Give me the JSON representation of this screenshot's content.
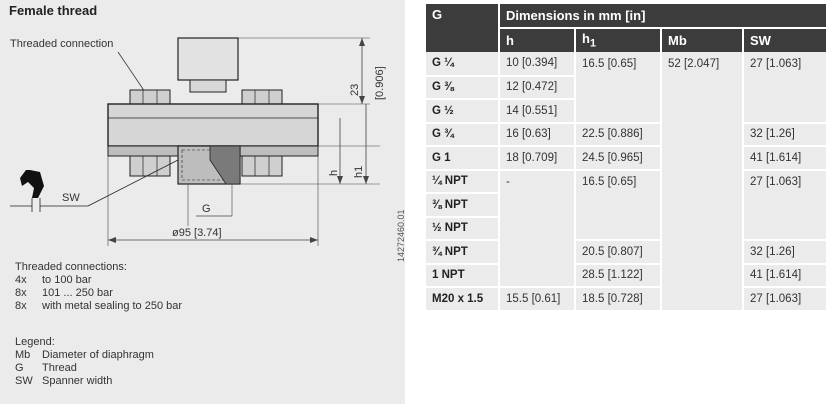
{
  "drawing": {
    "title": "Female thread",
    "callout": "Threaded connection",
    "dim_23": "23",
    "dim_23_in": "[0.906]",
    "label_h": "h",
    "label_h1": "h1",
    "label_sw": "SW",
    "label_g": "G",
    "dim_95": "ø95  [3.74]",
    "doc_number": "14272460.01"
  },
  "notes": {
    "heading": "Threaded connections:",
    "items": [
      {
        "key": "4x",
        "text": "to 100 bar"
      },
      {
        "key": "8x",
        "text": "101 ... 250 bar"
      },
      {
        "key": "8x",
        "text": "with metal sealing to 250 bar"
      }
    ]
  },
  "legend": {
    "heading": "Legend:",
    "items": [
      {
        "key": "Mb",
        "text": "Diameter of diaphragm"
      },
      {
        "key": "G",
        "text": "Thread"
      },
      {
        "key": "SW",
        "text": "Spanner width"
      }
    ]
  },
  "table": {
    "col_g": "G",
    "group_header": "Dimensions in mm [in]",
    "col_h": "h",
    "col_h1_base": "h",
    "col_h1_sub": "1",
    "col_mb": "Mb",
    "col_sw": "SW",
    "rows": [
      {
        "g": "G ¼",
        "h": "10 [0.394]",
        "h1": "16.5 [0.65]",
        "mb": "52 [2.047]",
        "sw": "27 [1.063]"
      },
      {
        "g": "G ⅜",
        "h": "12 [0.472]",
        "h1": "",
        "mb": "",
        "sw": ""
      },
      {
        "g": "G ½",
        "h": "14 [0.551]",
        "h1": "",
        "mb": "",
        "sw": ""
      },
      {
        "g": "G ¾",
        "h": "16 [0.63]",
        "h1": "22.5 [0.886]",
        "mb": "",
        "sw": "32 [1.26]"
      },
      {
        "g": "G 1",
        "h": "18 [0.709]",
        "h1": "24.5 [0.965]",
        "mb": "",
        "sw": "41 [1.614]"
      },
      {
        "g": "¼ NPT",
        "h": "-",
        "h1": "16.5 [0.65]",
        "mb": "",
        "sw": "27 [1.063]"
      },
      {
        "g": "⅜ NPT",
        "h": "",
        "h1": "",
        "mb": "",
        "sw": ""
      },
      {
        "g": "½ NPT",
        "h": "",
        "h1": "",
        "mb": "",
        "sw": ""
      },
      {
        "g": "¾ NPT",
        "h": "",
        "h1": "20.5 [0.807]",
        "mb": "",
        "sw": "32 [1.26]"
      },
      {
        "g": "1 NPT",
        "h": "",
        "h1": "28.5 [1.122]",
        "mb": "",
        "sw": "41 [1.614]"
      },
      {
        "g": "M20 x 1.5",
        "h": "15.5 [0.61]",
        "h1": "18.5 [0.728]",
        "mb": "",
        "sw": "27 [1.063]"
      }
    ]
  }
}
